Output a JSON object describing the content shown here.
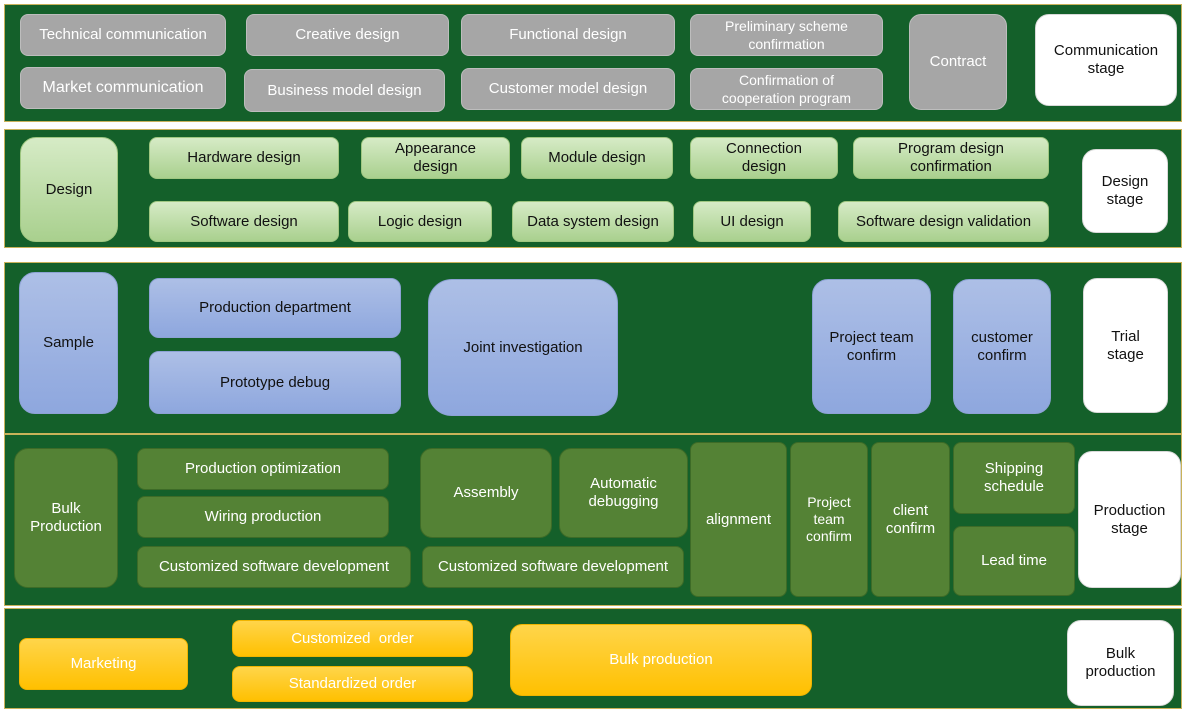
{
  "communication": {
    "technical_communication": "Technical communication",
    "market_communication": "Market communication",
    "creative_design": "Creative design",
    "business_model_design": "Business model design",
    "functional_design": "Functional design",
    "customer_model_design": "Customer model design",
    "preliminary_scheme_confirmation": "Preliminary scheme\nconfirmation",
    "confirmation_of_cooperation_program": "Confirmation of\ncooperation program",
    "contract": "Contract",
    "stage_label": "Communication\nstage"
  },
  "design": {
    "design": "Design",
    "hardware_design": "Hardware design",
    "appearance_design": "Appearance\ndesign",
    "module_design": "Module design",
    "connection_design": "Connection\ndesign",
    "program_design_confirmation": "Program design\nconfirmation",
    "software_design": "Software design",
    "logic_design": "Logic design",
    "data_system_design": "Data system design",
    "ui_design": "UI design",
    "software_design_validation": "Software design validation",
    "stage_label": "Design\nstage"
  },
  "trial": {
    "sample": "Sample",
    "production_department": "Production department",
    "prototype_debug": "Prototype debug",
    "joint_investigation": "Joint investigation",
    "project_team_confirm": "Project team\nconfirm",
    "customer_confirm": "customer\nconfirm",
    "stage_label": "Trial\nstage"
  },
  "production": {
    "bulk_production": "Bulk\nProduction",
    "production_optimization": "Production optimization",
    "wiring_production": "Wiring production",
    "customized_software_development_1": "Customized software development",
    "assembly": "Assembly",
    "automatic_debugging": "Automatic\ndebugging",
    "customized_software_development_2": "Customized software development",
    "alignment": "alignment",
    "project_team_confirm": "Project\nteam\nconfirm",
    "client_confirm": "client\nconfirm",
    "shipping_schedule": "Shipping\nschedule",
    "lead_time": "Lead time",
    "stage_label": "Production\nstage"
  },
  "bulk": {
    "marketing": "Marketing",
    "customized_order": "Customized  order",
    "standardized_order": "Standardized order",
    "bulk_production": "Bulk production",
    "stage_label": "Bulk\nproduction"
  },
  "colors": {
    "band": "#14602a",
    "gray_box": "#a6a6a6",
    "light_green_box": "#a9d08e",
    "blue_box": "#8ea7de",
    "dark_green_box": "#548235",
    "yellow_box": "#ffc000"
  }
}
